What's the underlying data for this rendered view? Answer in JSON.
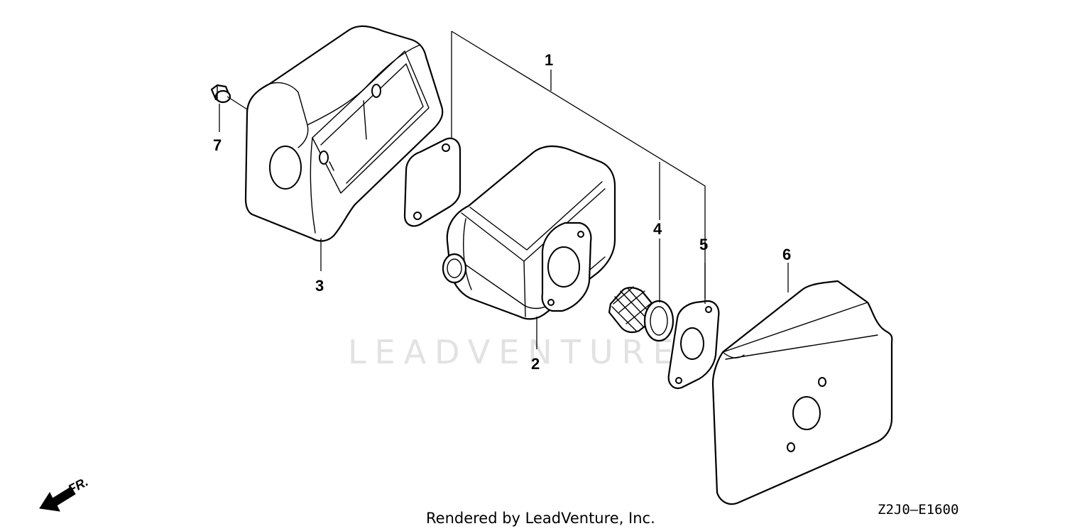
{
  "watermark": "LEADVENTURE",
  "credit": "Rendered by LeadVenture, Inc.",
  "diagram_code": "Z2J0—E1600",
  "direction_label": "FR.",
  "callouts": [
    "1",
    "2",
    "3",
    "4",
    "5",
    "6",
    "7"
  ]
}
